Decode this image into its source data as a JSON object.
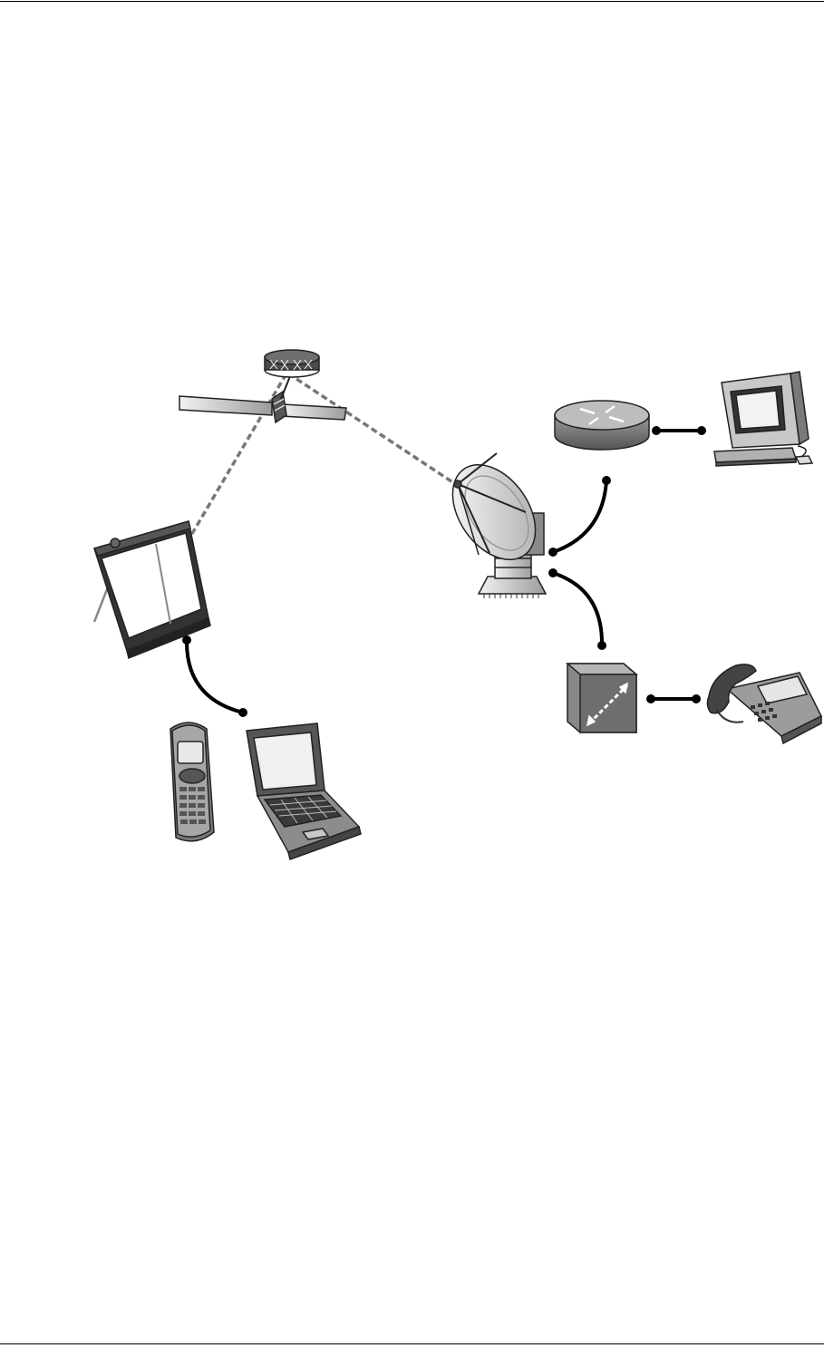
{
  "colors": {
    "line": "#000000",
    "beam": "#777777",
    "device_dark": "#333333",
    "device_mid": "#8a8a8a",
    "device_light": "#d6d6d6",
    "background": "#ffffff"
  },
  "diagram": {
    "nodes": [
      {
        "id": "satellite",
        "icon": "satellite-icon"
      },
      {
        "id": "terminal",
        "icon": "satellite-terminal-icon"
      },
      {
        "id": "ground-station",
        "icon": "satellite-dish-icon"
      },
      {
        "id": "router",
        "icon": "router-icon"
      },
      {
        "id": "desktop",
        "icon": "desktop-computer-icon"
      },
      {
        "id": "gateway",
        "icon": "gateway-box-icon"
      },
      {
        "id": "desk-phone",
        "icon": "desk-phone-icon"
      },
      {
        "id": "handset",
        "icon": "mobile-handset-icon"
      },
      {
        "id": "laptop",
        "icon": "laptop-icon"
      }
    ],
    "links": [
      {
        "from": "terminal",
        "to": "satellite",
        "kind": "wireless"
      },
      {
        "from": "satellite",
        "to": "ground-station",
        "kind": "wireless"
      },
      {
        "from": "ground-station",
        "to": "router",
        "kind": "wired"
      },
      {
        "from": "router",
        "to": "desktop",
        "kind": "wired"
      },
      {
        "from": "ground-station",
        "to": "gateway",
        "kind": "wired"
      },
      {
        "from": "gateway",
        "to": "desk-phone",
        "kind": "wired"
      },
      {
        "from": "terminal",
        "to": "laptop",
        "kind": "wired"
      }
    ]
  }
}
